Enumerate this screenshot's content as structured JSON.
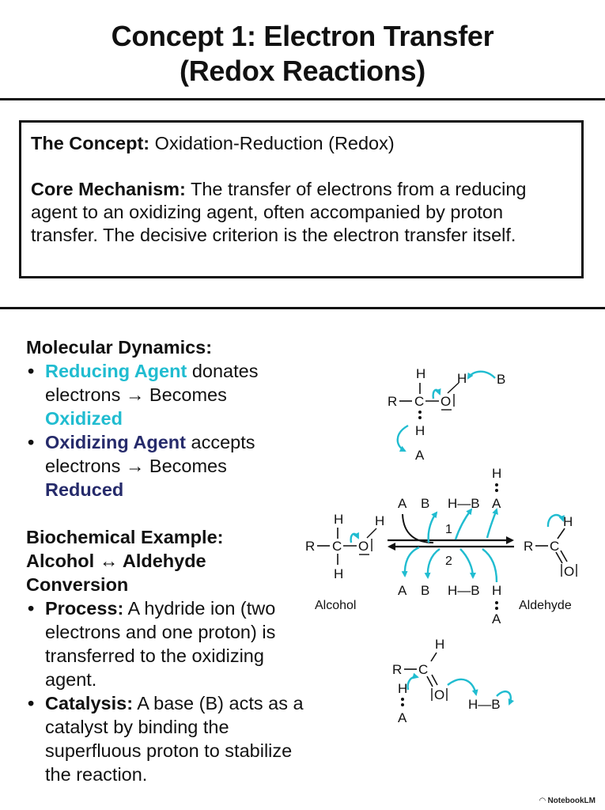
{
  "title_line1": "Concept 1: Electron Transfer",
  "title_line2": "(Redox Reactions)",
  "concept": {
    "label": "The Concept:",
    "text": "Oxidation-Reduction (Redox)",
    "mechanism_label": "Core Mechanism:",
    "mechanism_text": "The transfer of electrons from a reducing agent to an oxidizing agent, often accompanied by proton transfer. The decisive criterion is the electron transfer itself."
  },
  "dynamics": {
    "heading": "Molecular Dynamics:",
    "items": [
      {
        "agent": "Reducing Agent",
        "text": "donates electrons → Becomes",
        "result": "Oxidized"
      },
      {
        "agent": "Oxidizing Agent",
        "text": "accepts electrons → Becomes",
        "result": "Reduced"
      }
    ]
  },
  "example": {
    "heading_line1": "Biochemical Example:",
    "heading_line2": "Alcohol ↔ Aldehyde",
    "heading_line3": "Conversion",
    "process_label": "Process:",
    "process_text": "A hydride ion (two electrons and one proton) is transferred to the oxidizing agent.",
    "catalysis_label": "Catalysis:",
    "catalysis_text": "A base (B) acts as a catalyst by binding the superfluous proton to stabilize the reaction."
  },
  "diagram": {
    "alcohol_label": "Alcohol",
    "aldehyde_label": "Aldehyde",
    "step1": "1",
    "step2": "2",
    "top_row": [
      "A",
      "B",
      "H—B",
      "A"
    ],
    "bottom_row": [
      "A",
      "B",
      "H—B",
      "H"
    ],
    "atoms": {
      "H": "H",
      "R": "R",
      "C": "C",
      "O": "O",
      "A": "A",
      "B": "B"
    }
  },
  "brand": "NotebookLM",
  "colors": {
    "teal": "#20bcd0",
    "navy": "#262b6b",
    "ink": "#111111"
  }
}
